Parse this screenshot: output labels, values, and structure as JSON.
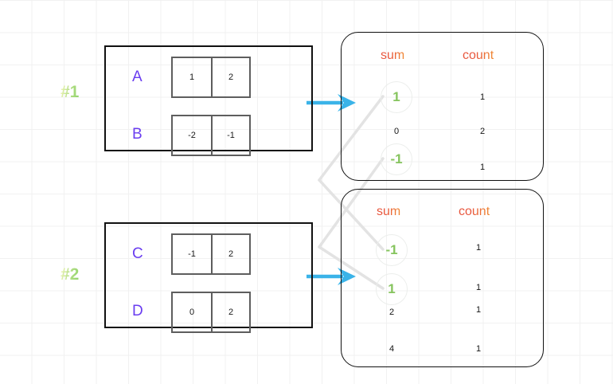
{
  "diagram": {
    "title": "sum-count aggregation diagram",
    "colors": {
      "grid": "#f1f1f1",
      "panel_border": "#111111",
      "cell_border": "#5e5e5e",
      "letter": "#6a3df0",
      "group_label": "#9ad46f",
      "header_start": "#e8553c",
      "header_end": "#f08a34",
      "highlight": "#86c45e",
      "arrow": "#3ab3e8",
      "link_line": "#e2e2e2"
    },
    "groups": [
      {
        "label": "#1"
      },
      {
        "label": "#2"
      }
    ],
    "matrices": [
      {
        "group": "#1",
        "rows": [
          {
            "letter": "A",
            "cells": [
              "1",
              "2"
            ]
          },
          {
            "letter": "B",
            "cells": [
              "-2",
              "-1"
            ]
          }
        ]
      },
      {
        "group": "#2",
        "rows": [
          {
            "letter": "C",
            "cells": [
              "-1",
              "2"
            ]
          },
          {
            "letter": "D",
            "cells": [
              "0",
              "2"
            ]
          }
        ]
      }
    ],
    "tables": [
      {
        "headers": [
          "sum",
          "count"
        ],
        "rows": [
          {
            "sum": "1",
            "count": "1",
            "highlight": true
          },
          {
            "sum": "0",
            "count": "2",
            "highlight": false
          },
          {
            "sum": "-1",
            "count": "1",
            "highlight": true
          }
        ]
      },
      {
        "headers": [
          "sum",
          "count"
        ],
        "rows": [
          {
            "sum": "-1",
            "count": "1",
            "highlight": true
          },
          {
            "sum": "1",
            "count": "1",
            "highlight": true
          },
          {
            "sum": "2",
            "count": "1",
            "highlight": false
          },
          {
            "sum": "4",
            "count": "1",
            "highlight": false
          }
        ]
      }
    ],
    "arrows": [
      {
        "name": "arrow-group-1-to-table-1"
      },
      {
        "name": "arrow-group-2-to-table-2"
      }
    ]
  }
}
